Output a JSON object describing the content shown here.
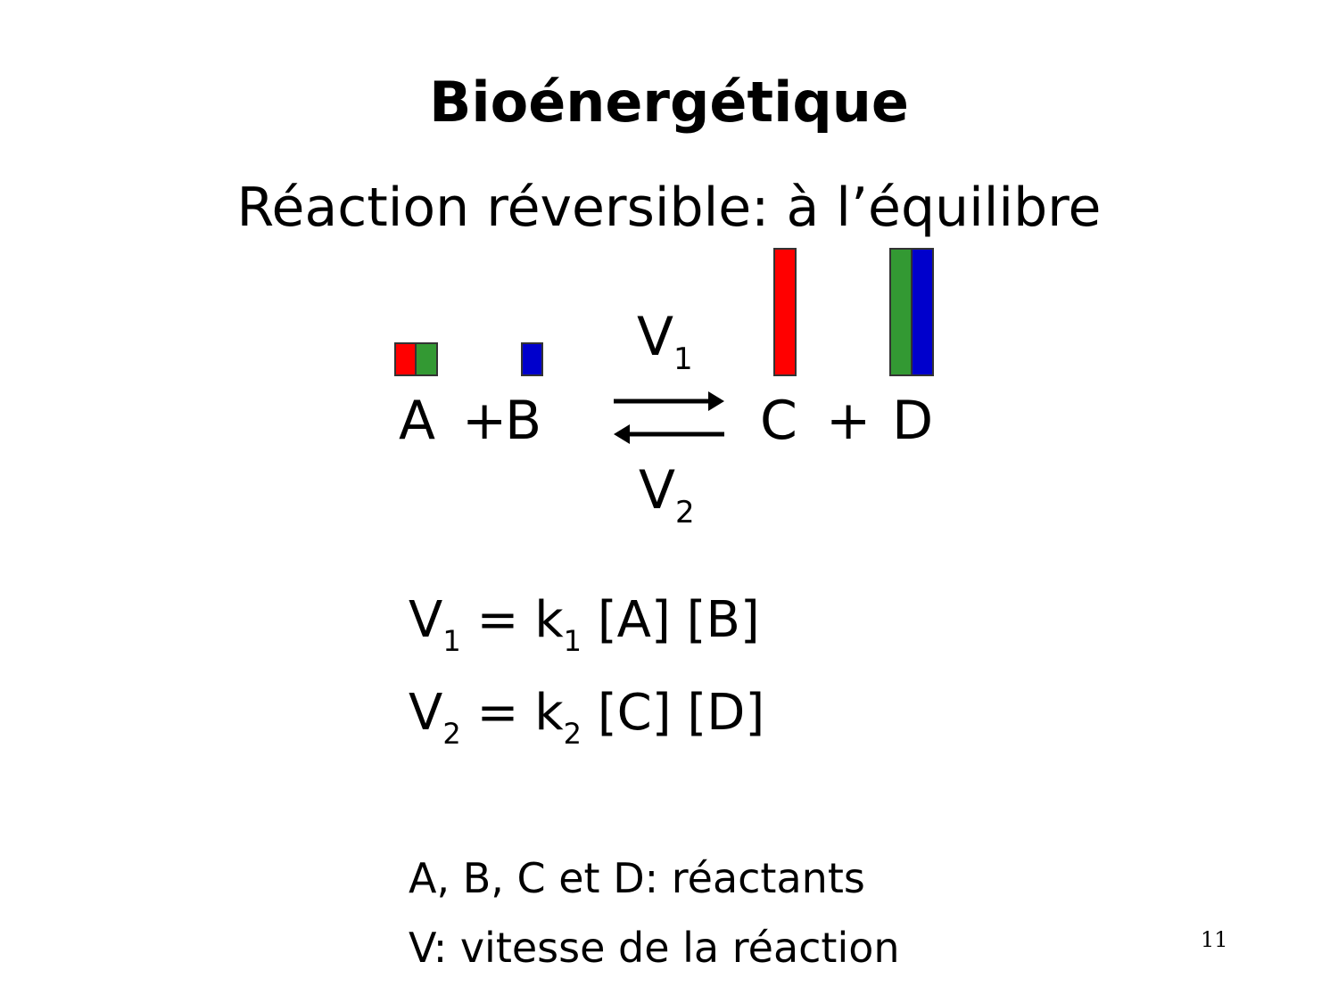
{
  "slide": {
    "title": "Bioénergétique",
    "subtitle": "Réaction réversible: à l’équilibre",
    "page_number": "11"
  },
  "reaction": {
    "left_side": {
      "a": "A",
      "plus": "+",
      "b": "B"
    },
    "right_side": {
      "c": "C",
      "plus": "+",
      "d": "D"
    },
    "forward_rate": {
      "symbol": "V",
      "subscript": "1"
    },
    "reverse_rate": {
      "symbol": "V",
      "subscript": "2"
    },
    "arrow": "equilibrium-arrows"
  },
  "bars": {
    "colors": {
      "red": "#ff0000",
      "green": "#339933",
      "blue": "#0000cc",
      "border": "#333333"
    },
    "a": {
      "color": "red",
      "relative_height": "small"
    },
    "a_green": {
      "color": "green",
      "relative_height": "small"
    },
    "b": {
      "color": "blue",
      "relative_height": "small"
    },
    "c": {
      "color": "red",
      "relative_height": "large"
    },
    "d_green": {
      "color": "green",
      "relative_height": "large"
    },
    "d_blue": {
      "color": "blue",
      "relative_height": "large"
    }
  },
  "formulas": [
    {
      "lhs": "V",
      "lhs_sub": "1",
      "eq": "=",
      "k": "k",
      "k_sub": "1",
      "terms": "[A] [B]"
    },
    {
      "lhs": "V",
      "lhs_sub": "2",
      "eq": "=",
      "k": "k",
      "k_sub": "2",
      "terms": "[C] [D]"
    }
  ],
  "legend": {
    "line1": "A, B, C et D: réactants",
    "line2": "V: vitesse de la réaction"
  }
}
